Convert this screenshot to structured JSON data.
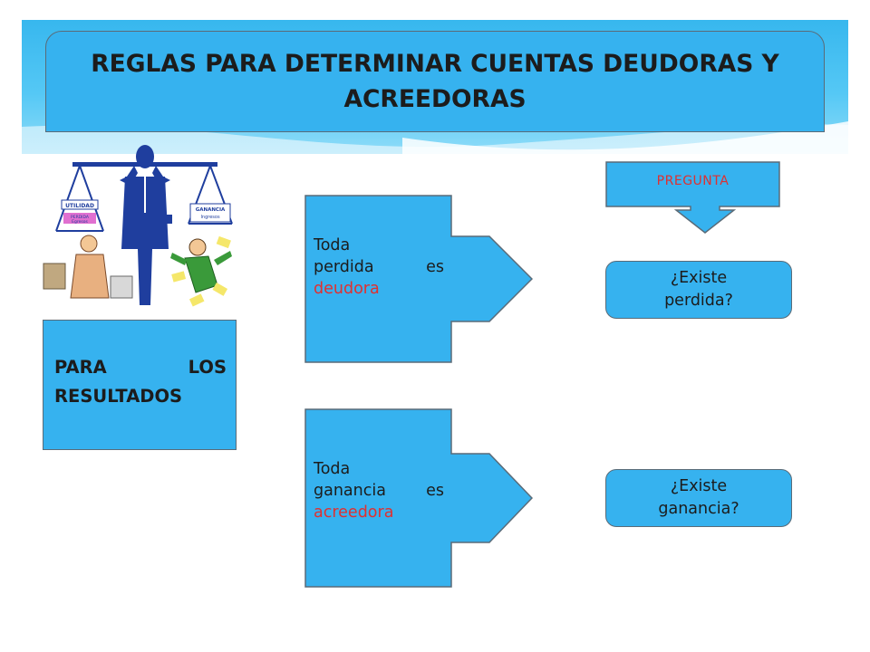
{
  "title": "REGLAS PARA DETERMINAR CUENTAS DEUDORAS Y ACREEDORAS",
  "illustration": {
    "left_pan_label": "UTILIDAD",
    "left_pan_sub1": "PERDIDA",
    "left_pan_sub2": "Egresos",
    "right_pan_label": "GANANCIA",
    "right_pan_sub": "Ingresos"
  },
  "left_box": {
    "word1": "PARA",
    "word2": "LOS",
    "line2": "RESULTADOS"
  },
  "rules": [
    {
      "word1": "Toda",
      "word2a": "perdida",
      "word2b": "es",
      "highlight": "deudora"
    },
    {
      "word1": "Toda",
      "word2a": "ganancia",
      "word2b": "es",
      "highlight": "acreedora"
    }
  ],
  "pregunta_label": "PREGUNTA",
  "questions": [
    {
      "line1": "¿Existe",
      "line2": "perdida?"
    },
    {
      "line1": "¿Existe",
      "line2": "ganancia?"
    }
  ],
  "colors": {
    "box_fill": "#36b2ef",
    "box_border": "#5a6b78",
    "highlight": "#e03030",
    "text": "#1c1c1c"
  }
}
